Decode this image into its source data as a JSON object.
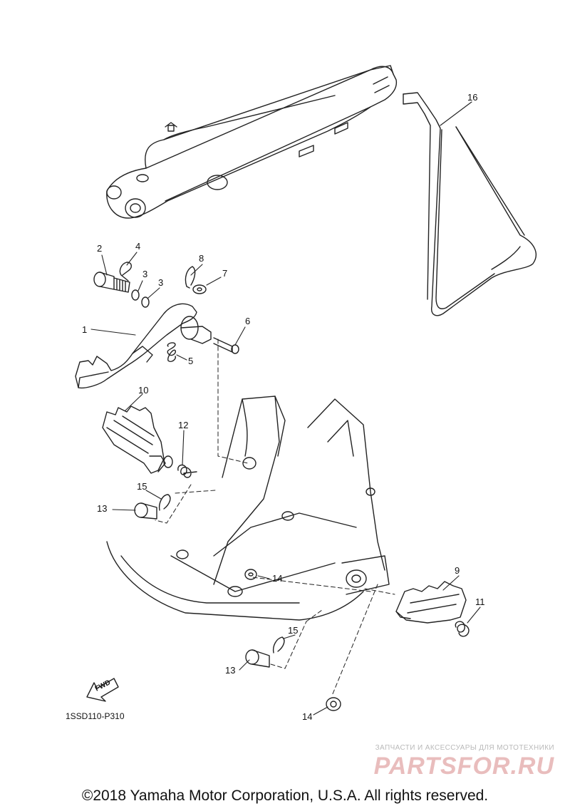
{
  "callouts": {
    "c1": "1",
    "c2": "2",
    "c3a": "3",
    "c3b": "3",
    "c4": "4",
    "c5": "5",
    "c6": "6",
    "c7": "7",
    "c8": "8",
    "c9": "9",
    "c10": "10",
    "c11": "11",
    "c12": "12",
    "c13a": "13",
    "c13b": "13",
    "c14a": "14",
    "c14b": "14",
    "c15a": "15",
    "c15b": "15",
    "c16": "16"
  },
  "diagram_code": "1SSD110-P310",
  "fwd_label": "FWD",
  "watermark": {
    "subtitle": "ЗАПЧАСТИ И АКСЕССУАРЫ ДЛЯ МОТОТЕХНИКИ",
    "brand": "PARTSFOR.RU"
  },
  "copyright": "©2018 Yamaha Motor Corporation, U.S.A. All rights reserved."
}
